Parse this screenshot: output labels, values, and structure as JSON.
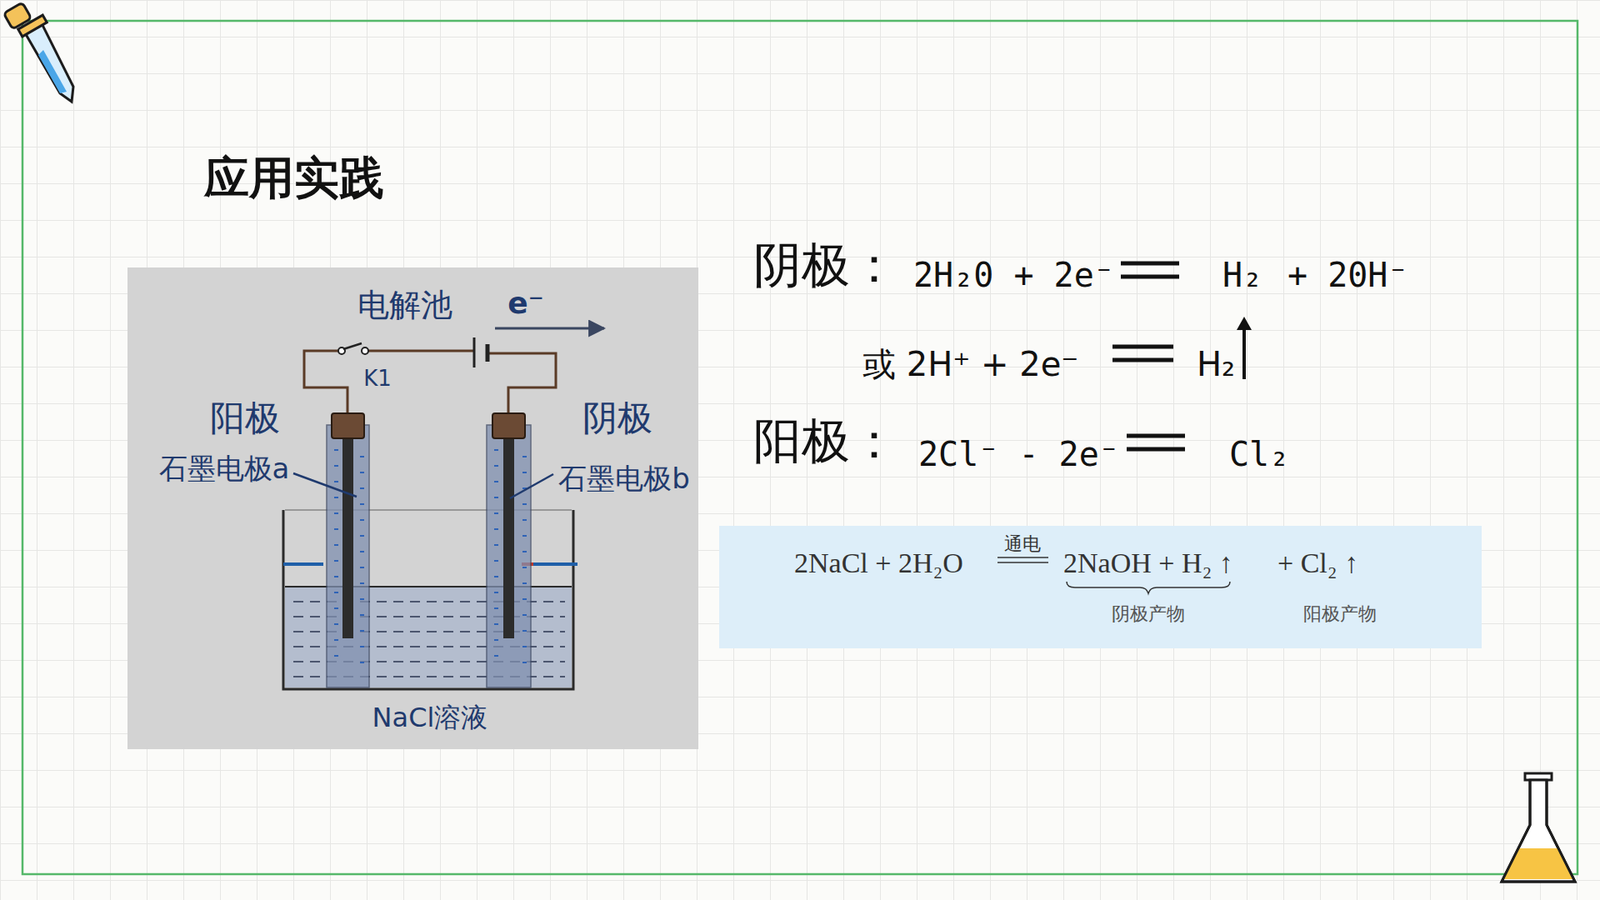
{
  "diagram": {
    "title": "应用实践",
    "nodes": [
      {
        "text": [
          "电解池",
          "e⁻",
          "K1",
          "阳极",
          "石墨电极a",
          "阴极",
          "石墨电极b",
          "NaCl溶液"
        ]
      },
      {
        "text": [
          "2NaCl + 2H₂O",
          "通电",
          "2NaOH + H₂ ↑",
          "+ Cl₂ ↑",
          "阴极产物",
          "阳极产物"
        ]
      }
    ],
    "labels": [
      "阴极：",
      "2H₂0 + 2e⁻",
      "H₂",
      "+ 20H⁻",
      "或 2H⁺ + 2e⁻",
      "H₂",
      "阳极：",
      "2Cl⁻ - 2e⁻",
      "Cl₂"
    ]
  }
}
